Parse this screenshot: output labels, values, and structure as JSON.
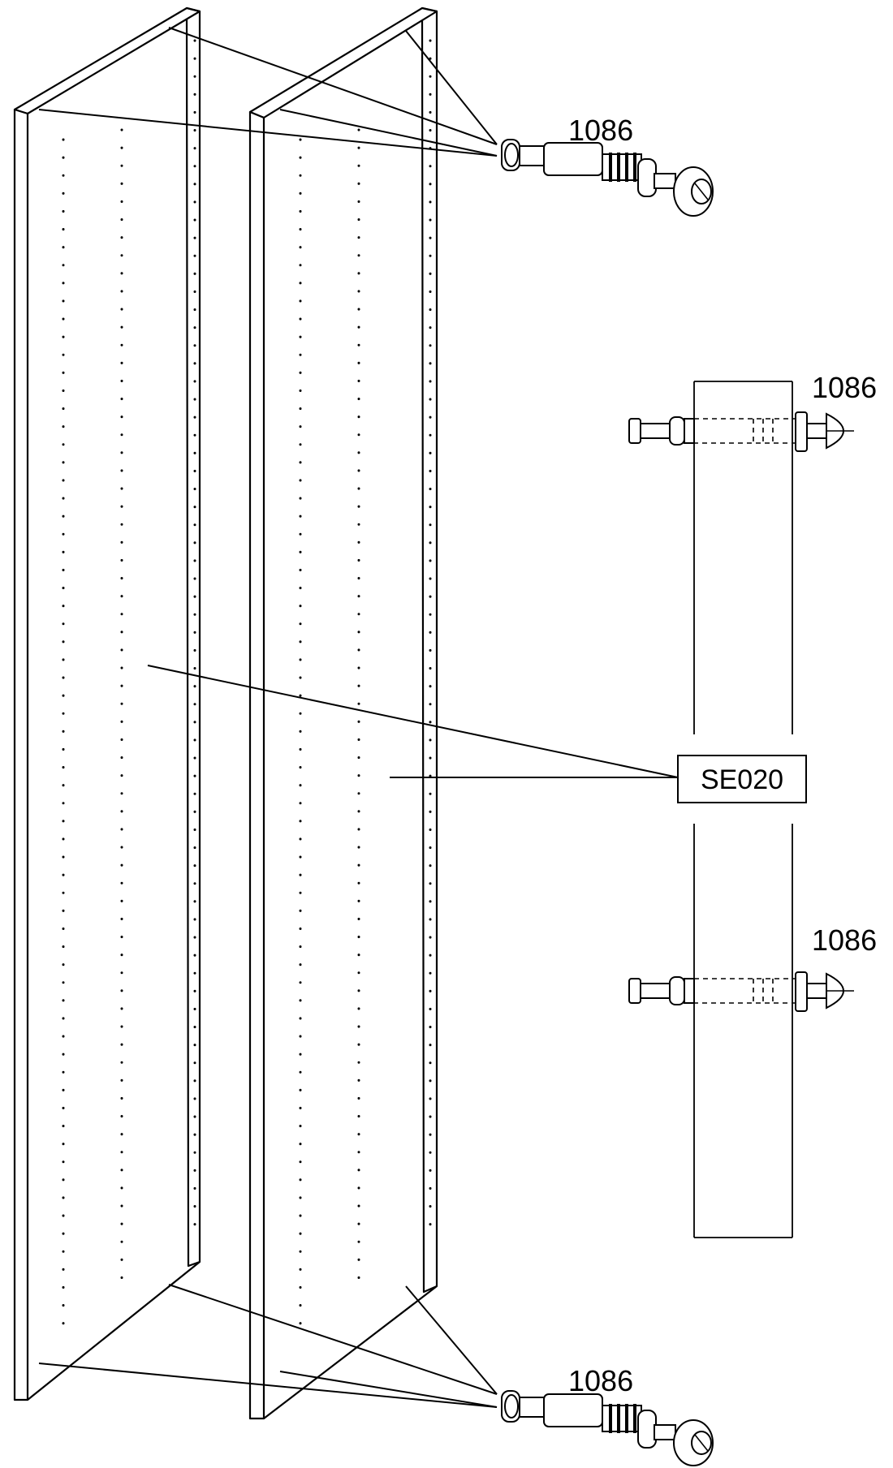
{
  "labels": {
    "fitting_top": "1086",
    "fitting_detail_top": "1086",
    "fitting_detail_bottom": "1086",
    "fitting_bottom": "1086",
    "panel_part": "SE020"
  },
  "colors": {
    "line": "#000000",
    "background": "#ffffff"
  }
}
